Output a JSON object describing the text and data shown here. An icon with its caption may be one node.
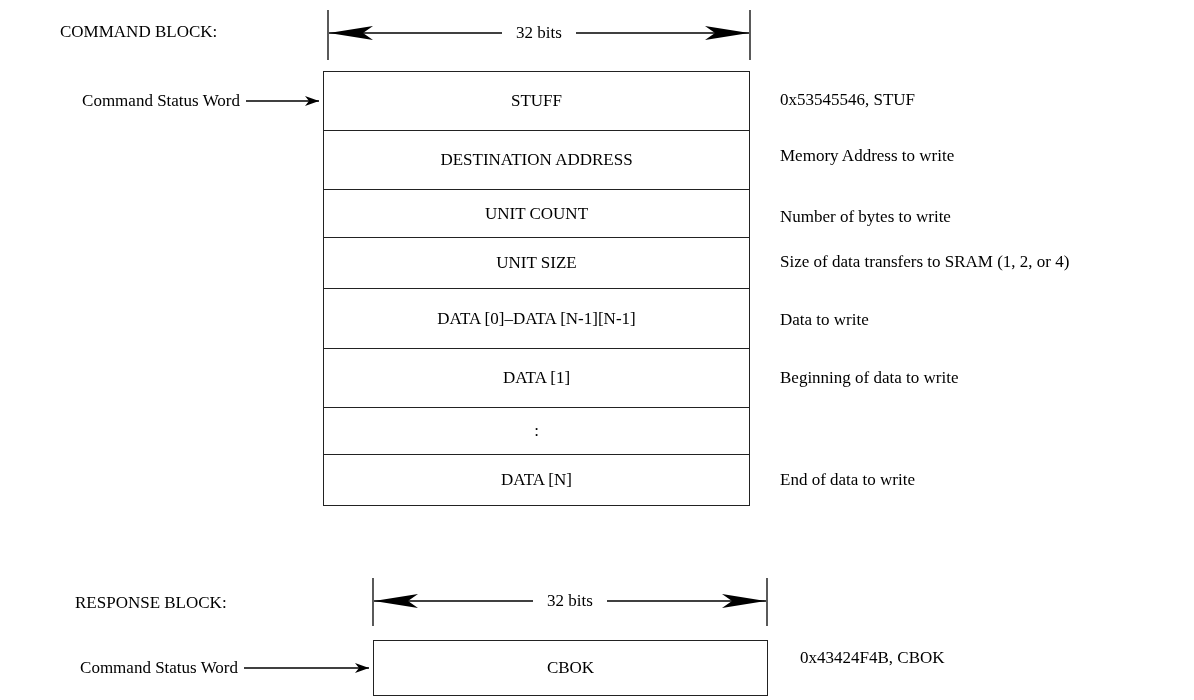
{
  "diagram": {
    "nodes": [
      {
        "text": [
          "Command Status Word"
        ]
      },
      {
        "text": [
          "STUFF"
        ],
        "beside": [
          "0x53545546, STUF"
        ]
      },
      {
        "text": [
          "DESTINATION ADDRESS"
        ],
        "beside": [
          "Memory Address to write"
        ]
      },
      {
        "text": [
          "UNIT COUNT"
        ],
        "beside": [
          "Number of bytes to write"
        ]
      },
      {
        "text": [
          "UNIT SIZE"
        ],
        "beside": [
          "Size of data transfers to SRAM (1, 2, or 4)"
        ]
      },
      {
        "text": [
          "DATA [0]–DATA [N-1][N-1]"
        ],
        "beside": [
          "Data to write"
        ]
      },
      {
        "text": [
          "DATA [1]"
        ],
        "beside": [
          "Beginning of data to write"
        ]
      },
      {
        "text": [
          ":"
        ]
      },
      {
        "text": [
          "DATA [N]"
        ],
        "beside": [
          "End of data to write"
        ]
      },
      {
        "text": [
          "Command Status Word"
        ]
      },
      {
        "text": [
          "CBOK"
        ],
        "beside": [
          "0x43424F4B, CBOK"
        ]
      }
    ],
    "edges": [
      {
        "from": 0,
        "to": 1,
        "arrow": "to"
      },
      {
        "from": 9,
        "to": 10,
        "arrow": "to"
      }
    ],
    "labels": [
      "COMMAND BLOCK:",
      "32 bits",
      "RESPONSE BLOCK:",
      "32 bits"
    ]
  }
}
